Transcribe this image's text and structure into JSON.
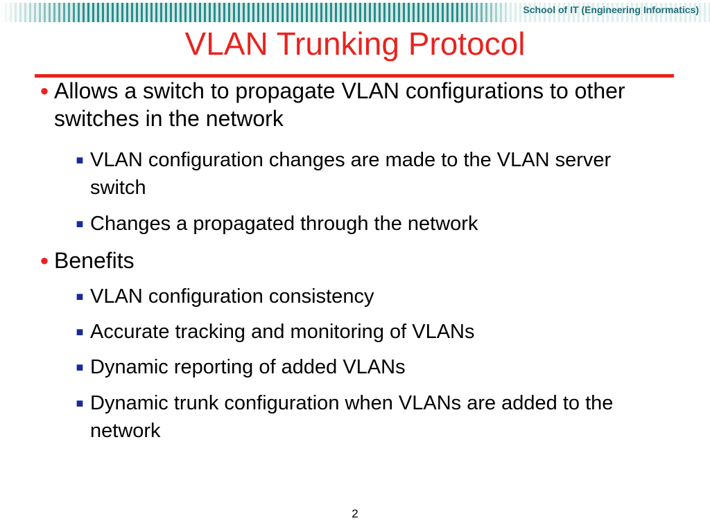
{
  "header": {
    "institution": "School of IT (Engineering Informatics)",
    "accent_color": "#1f6f7a"
  },
  "slide": {
    "title": "VLAN Trunking Protocol",
    "title_color": "#e8231f",
    "page_number": "2",
    "bullets": [
      {
        "text": "Allows a switch to propagate VLAN configurations to other switches in the network",
        "sub": [
          "VLAN configuration changes are made to the VLAN server switch",
          "Changes a propagated through the network"
        ]
      },
      {
        "text": "Benefits",
        "sub": [
          "VLAN configuration consistency",
          "Accurate tracking and monitoring of VLANs",
          "Dynamic reporting of added VLANs",
          "Dynamic trunk configuration when VLANs are added to the network"
        ]
      }
    ]
  }
}
